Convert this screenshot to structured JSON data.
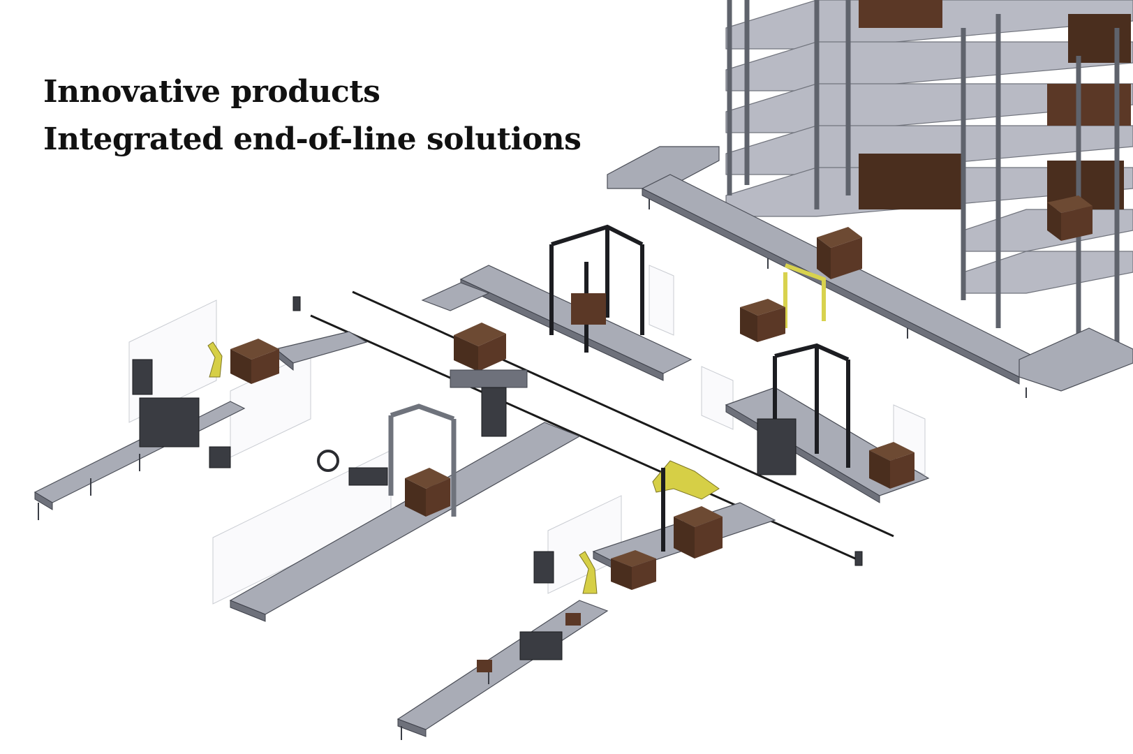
{
  "headline": {
    "line1": "Innovative products",
    "line2": "Integrated end-of-line solutions"
  },
  "colors": {
    "text": "#111111",
    "conveyor": "#a9acb6",
    "frame_dark": "#1c1d21",
    "frame_yellow": "#d8d24e",
    "carton": "#6d4a33",
    "rack": "#b8bac4"
  },
  "illustration": {
    "label": "isometric end-of-line packaging plant",
    "elements": [
      "conveyor-lines",
      "palletizing-robots",
      "stretch-wrappers",
      "strapping-machines",
      "automated-pallet-rack",
      "safety-fencing",
      "cartons",
      "pallets"
    ]
  }
}
